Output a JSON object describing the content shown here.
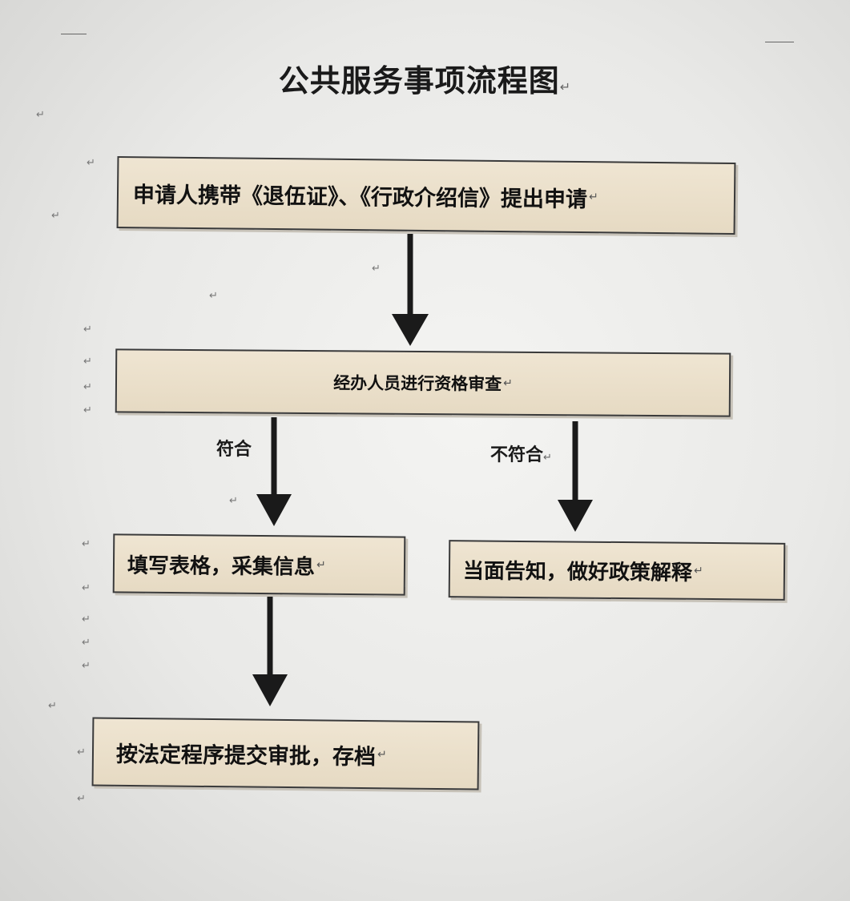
{
  "title": "公共服务事项流程图",
  "paragraph_mark": "↵",
  "nodes": {
    "apply": "申请人携带《退伍证》、《行政介绍信》提出申请",
    "review": "经办人员进行资格审查",
    "fill_form": "填写表格，采集信息",
    "explain": "当面告知，做好政策解释",
    "submit": "按法定程序提交审批，存档"
  },
  "edges": {
    "qualified": "符合",
    "not_qualified": "不符合"
  },
  "colors": {
    "box_fill": "#e9dec8",
    "box_border": "#3a3a3a",
    "arrow": "#1a1a1a"
  }
}
